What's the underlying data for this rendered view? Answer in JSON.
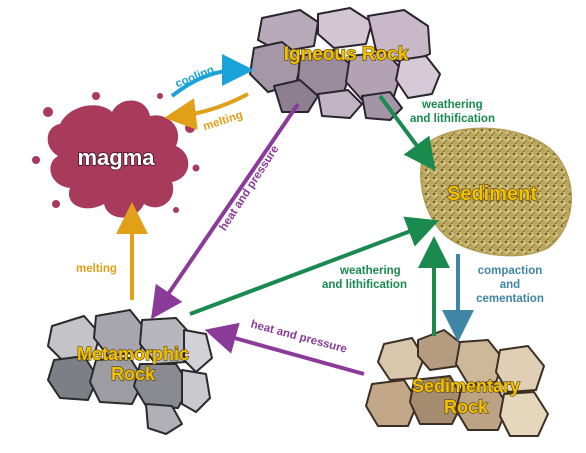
{
  "nodes": {
    "igneous": "Igneous Rock",
    "sediment": "Sediment",
    "magma": "magma",
    "metamorphic": [
      "Metamorphic",
      "Rock"
    ],
    "sedimentary": [
      "Sedimentary",
      "Rock"
    ]
  },
  "edges": {
    "cooling": "cooling",
    "melting_top": "melting",
    "melting_left": "melting",
    "weathering_top": [
      "weathering",
      "and lithification"
    ],
    "heat_pressure_diag": "heat and pressure",
    "weathering_mid": [
      "weathering",
      "and lithification"
    ],
    "compaction": [
      "compaction",
      "and",
      "cementation"
    ],
    "heat_pressure_bottom": "heat and pressure"
  },
  "colors": {
    "cooling": "#1aa3d9",
    "melting": "#e2a019",
    "weathering": "#1a8a4f",
    "heat_pressure": "#8a3b9a",
    "compaction": "#3f86a6",
    "magma": "#a83a5c",
    "label_fill": "#f2c200"
  }
}
